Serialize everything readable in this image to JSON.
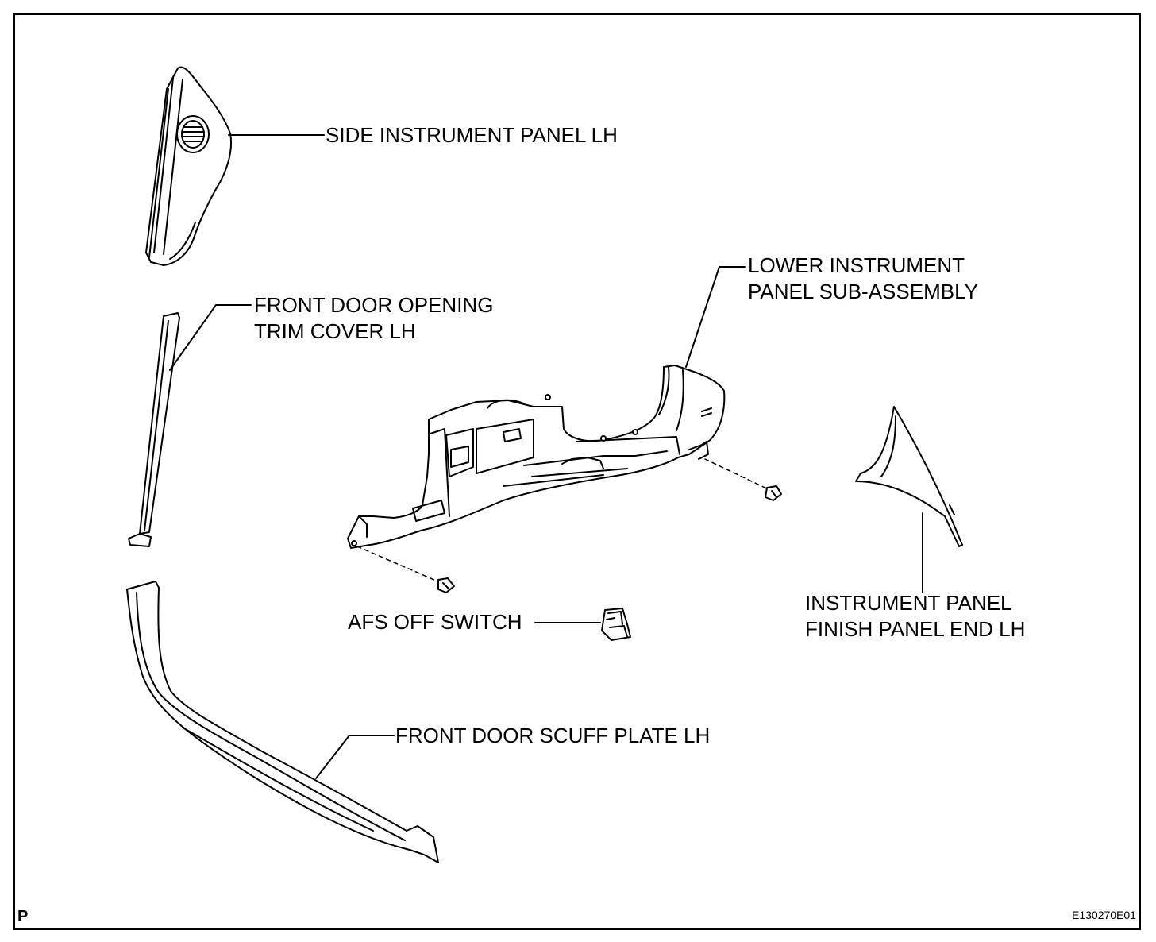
{
  "labels": {
    "side_instrument_panel": "SIDE INSTRUMENT PANEL LH",
    "front_door_opening_trim": [
      "FRONT DOOR OPENING",
      "TRIM COVER LH"
    ],
    "lower_instrument_panel": [
      "LOWER INSTRUMENT",
      "PANEL SUB-ASSEMBLY"
    ],
    "instrument_panel_finish_end": [
      "INSTRUMENT PANEL",
      "FINISH PANEL END LH"
    ],
    "afs_off_switch": "AFS OFF SWITCH",
    "front_door_scuff_plate": "FRONT DOOR SCUFF PLATE LH"
  },
  "corner_mark": "P",
  "figure_id": "E130270E01",
  "colors": {
    "line": "#000000",
    "part_fill": "#ffffff",
    "background": "#ffffff"
  }
}
